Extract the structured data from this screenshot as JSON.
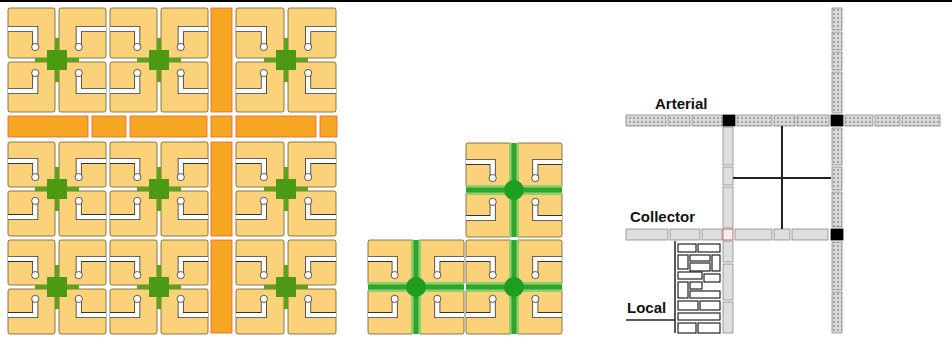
{
  "diagram": {
    "labels": [
      "Arterial",
      "Collector",
      "Local"
    ]
  }
}
